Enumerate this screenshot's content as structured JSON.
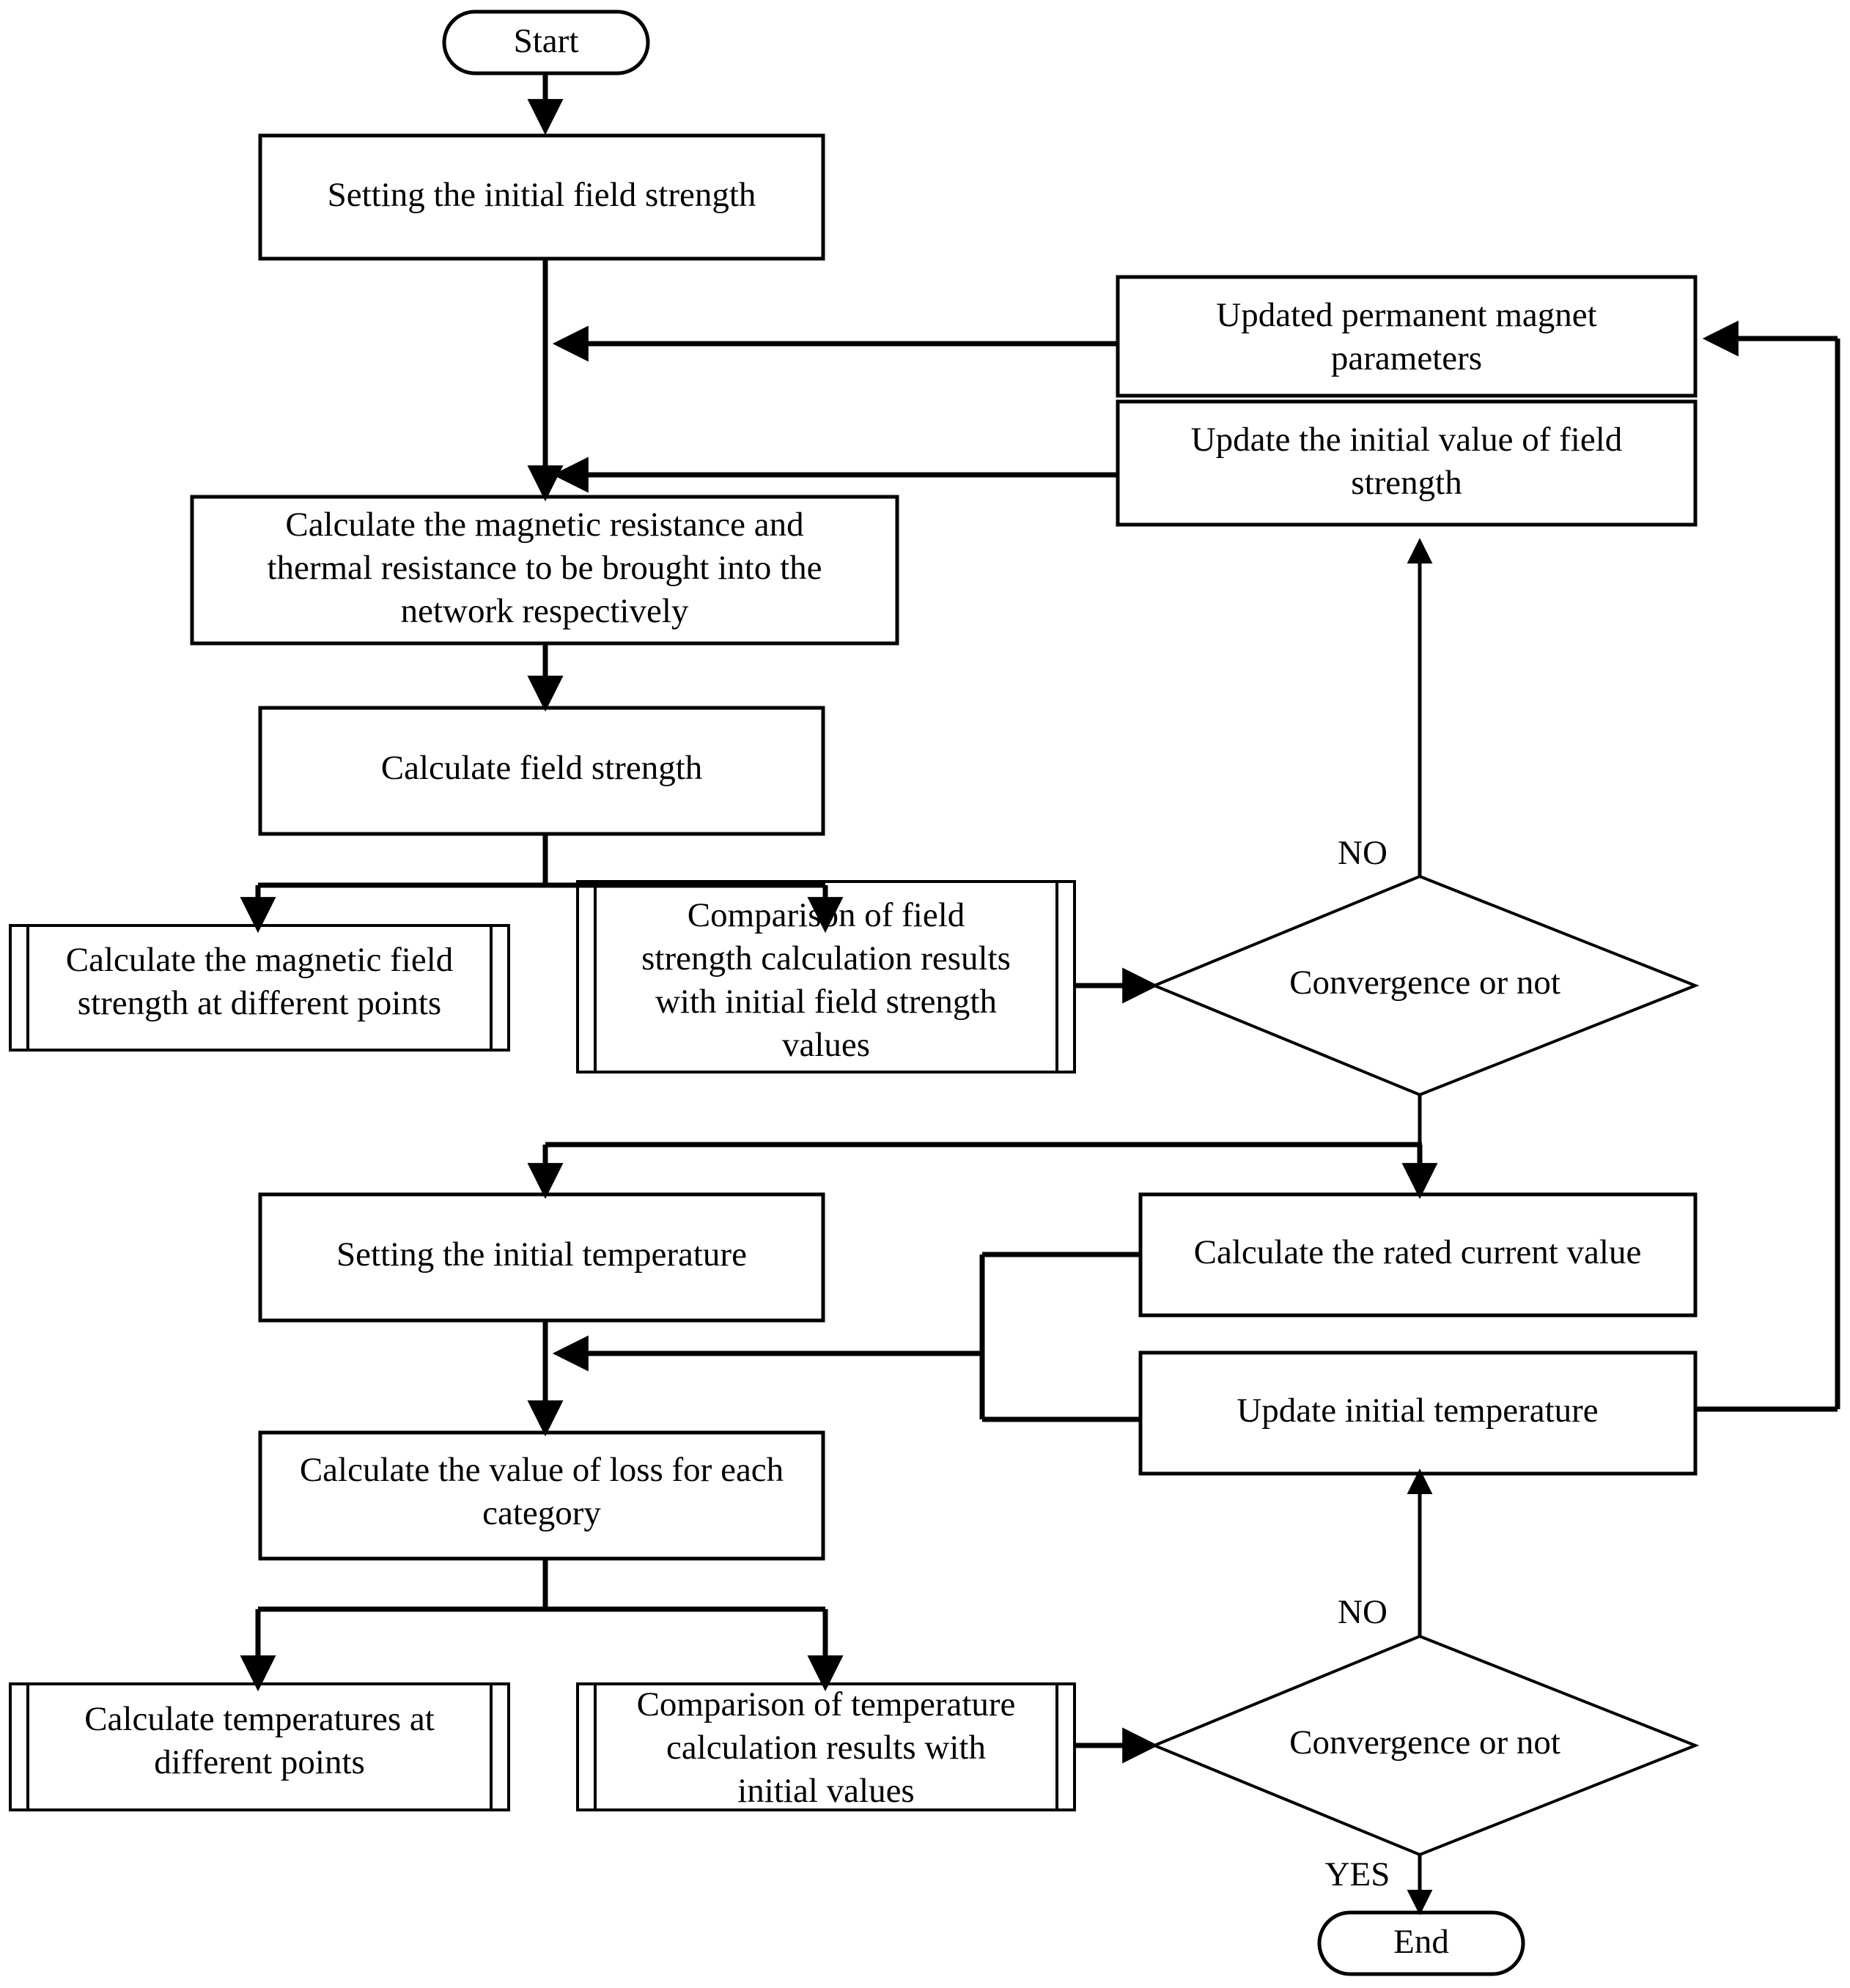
{
  "diagram": {
    "type": "flowchart",
    "title": "",
    "nodes": {
      "start": {
        "label": "Start",
        "shape": "terminator"
      },
      "set_initial_field": {
        "label": "Setting the initial field strength",
        "shape": "process"
      },
      "updated_pm_params": {
        "label_line1": "Updated permanent magnet",
        "label_line2": "parameters",
        "shape": "process"
      },
      "update_initial_field": {
        "label_line1": "Update the initial value of field",
        "label_line2": "strength",
        "shape": "process"
      },
      "calc_resistance": {
        "label_line1": "Calculate the magnetic resistance and",
        "label_line2": "thermal resistance to be brought into the",
        "label_line3": "network respectively",
        "shape": "process"
      },
      "calc_field_strength": {
        "label": "Calculate field strength",
        "shape": "process"
      },
      "calc_field_points": {
        "label_line1": "Calculate the magnetic field",
        "label_line2": "strength at different points",
        "shape": "predefined-process"
      },
      "compare_field": {
        "label_line1": "Comparison of field",
        "label_line2": "strength calculation results",
        "label_line3": "with initial field strength",
        "label_line4": "values",
        "shape": "predefined-process"
      },
      "decision_field": {
        "label": "Convergence or not",
        "shape": "decision"
      },
      "set_initial_temp": {
        "label": "Setting the initial temperature",
        "shape": "process"
      },
      "calc_rated_current": {
        "label": "Calculate the rated current value",
        "shape": "process"
      },
      "update_initial_temp": {
        "label": "Update initial temperature",
        "shape": "process"
      },
      "calc_loss": {
        "label_line1": "Calculate the value of loss for each",
        "label_line2": "category",
        "shape": "process"
      },
      "calc_temp_points": {
        "label_line1": "Calculate temperatures at",
        "label_line2": "different points",
        "shape": "predefined-process"
      },
      "compare_temp": {
        "label_line1": "Comparison of temperature",
        "label_line2": "calculation results with",
        "label_line3": "initial values",
        "shape": "predefined-process"
      },
      "decision_temp": {
        "label": "Convergence or not",
        "shape": "decision"
      },
      "end": {
        "label": "End",
        "shape": "terminator"
      }
    },
    "edge_labels": {
      "field_no": "NO",
      "temp_no": "NO",
      "temp_yes": "YES"
    },
    "colors": {
      "stroke": "#000000",
      "fill": "#ffffff",
      "text": "#000000"
    }
  }
}
